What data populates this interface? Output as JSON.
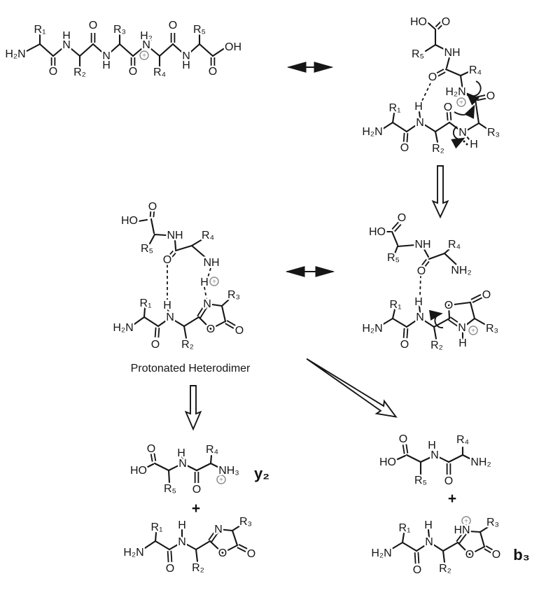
{
  "figure": {
    "background": "#ffffff",
    "line_color": "#161616",
    "charge_color": "#8f8f8f"
  },
  "atoms": {
    "O": "O",
    "N": "N",
    "H": "H",
    "HO": "HO",
    "OH": "OH",
    "H2N": "H₂N",
    "NH": "NH",
    "NH2": "NH₂",
    "NH3": "NH₃",
    "H2": "H₂",
    "HN": "HN",
    "R1": "R₁",
    "R2": "R₂",
    "R3": "R₃",
    "R4": "R₄",
    "R5": "R₅",
    "plus": "+"
  },
  "labels": {
    "caption": "Protonated Heterodimer",
    "y2": "y₂",
    "b3": "b₃",
    "plus": "+"
  }
}
